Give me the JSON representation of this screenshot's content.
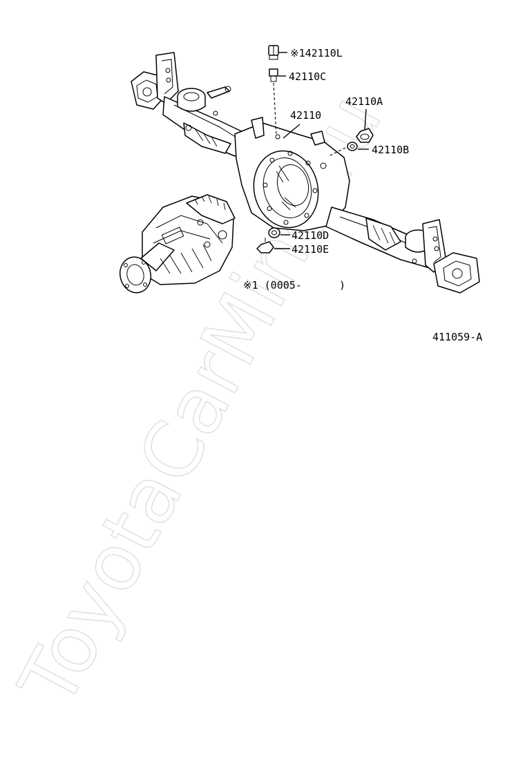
{
  "diagram": {
    "labels": {
      "p42110L": "※142110L",
      "p42110C": "42110C",
      "p42110": "42110",
      "p42110A": "42110A",
      "p42110B": "42110B",
      "p42110D": "42110D",
      "p42110E": "42110E",
      "note": "※1 (0005-      )",
      "ref": "411059-A"
    },
    "watermark": "ToyotaCarMine.ru"
  }
}
